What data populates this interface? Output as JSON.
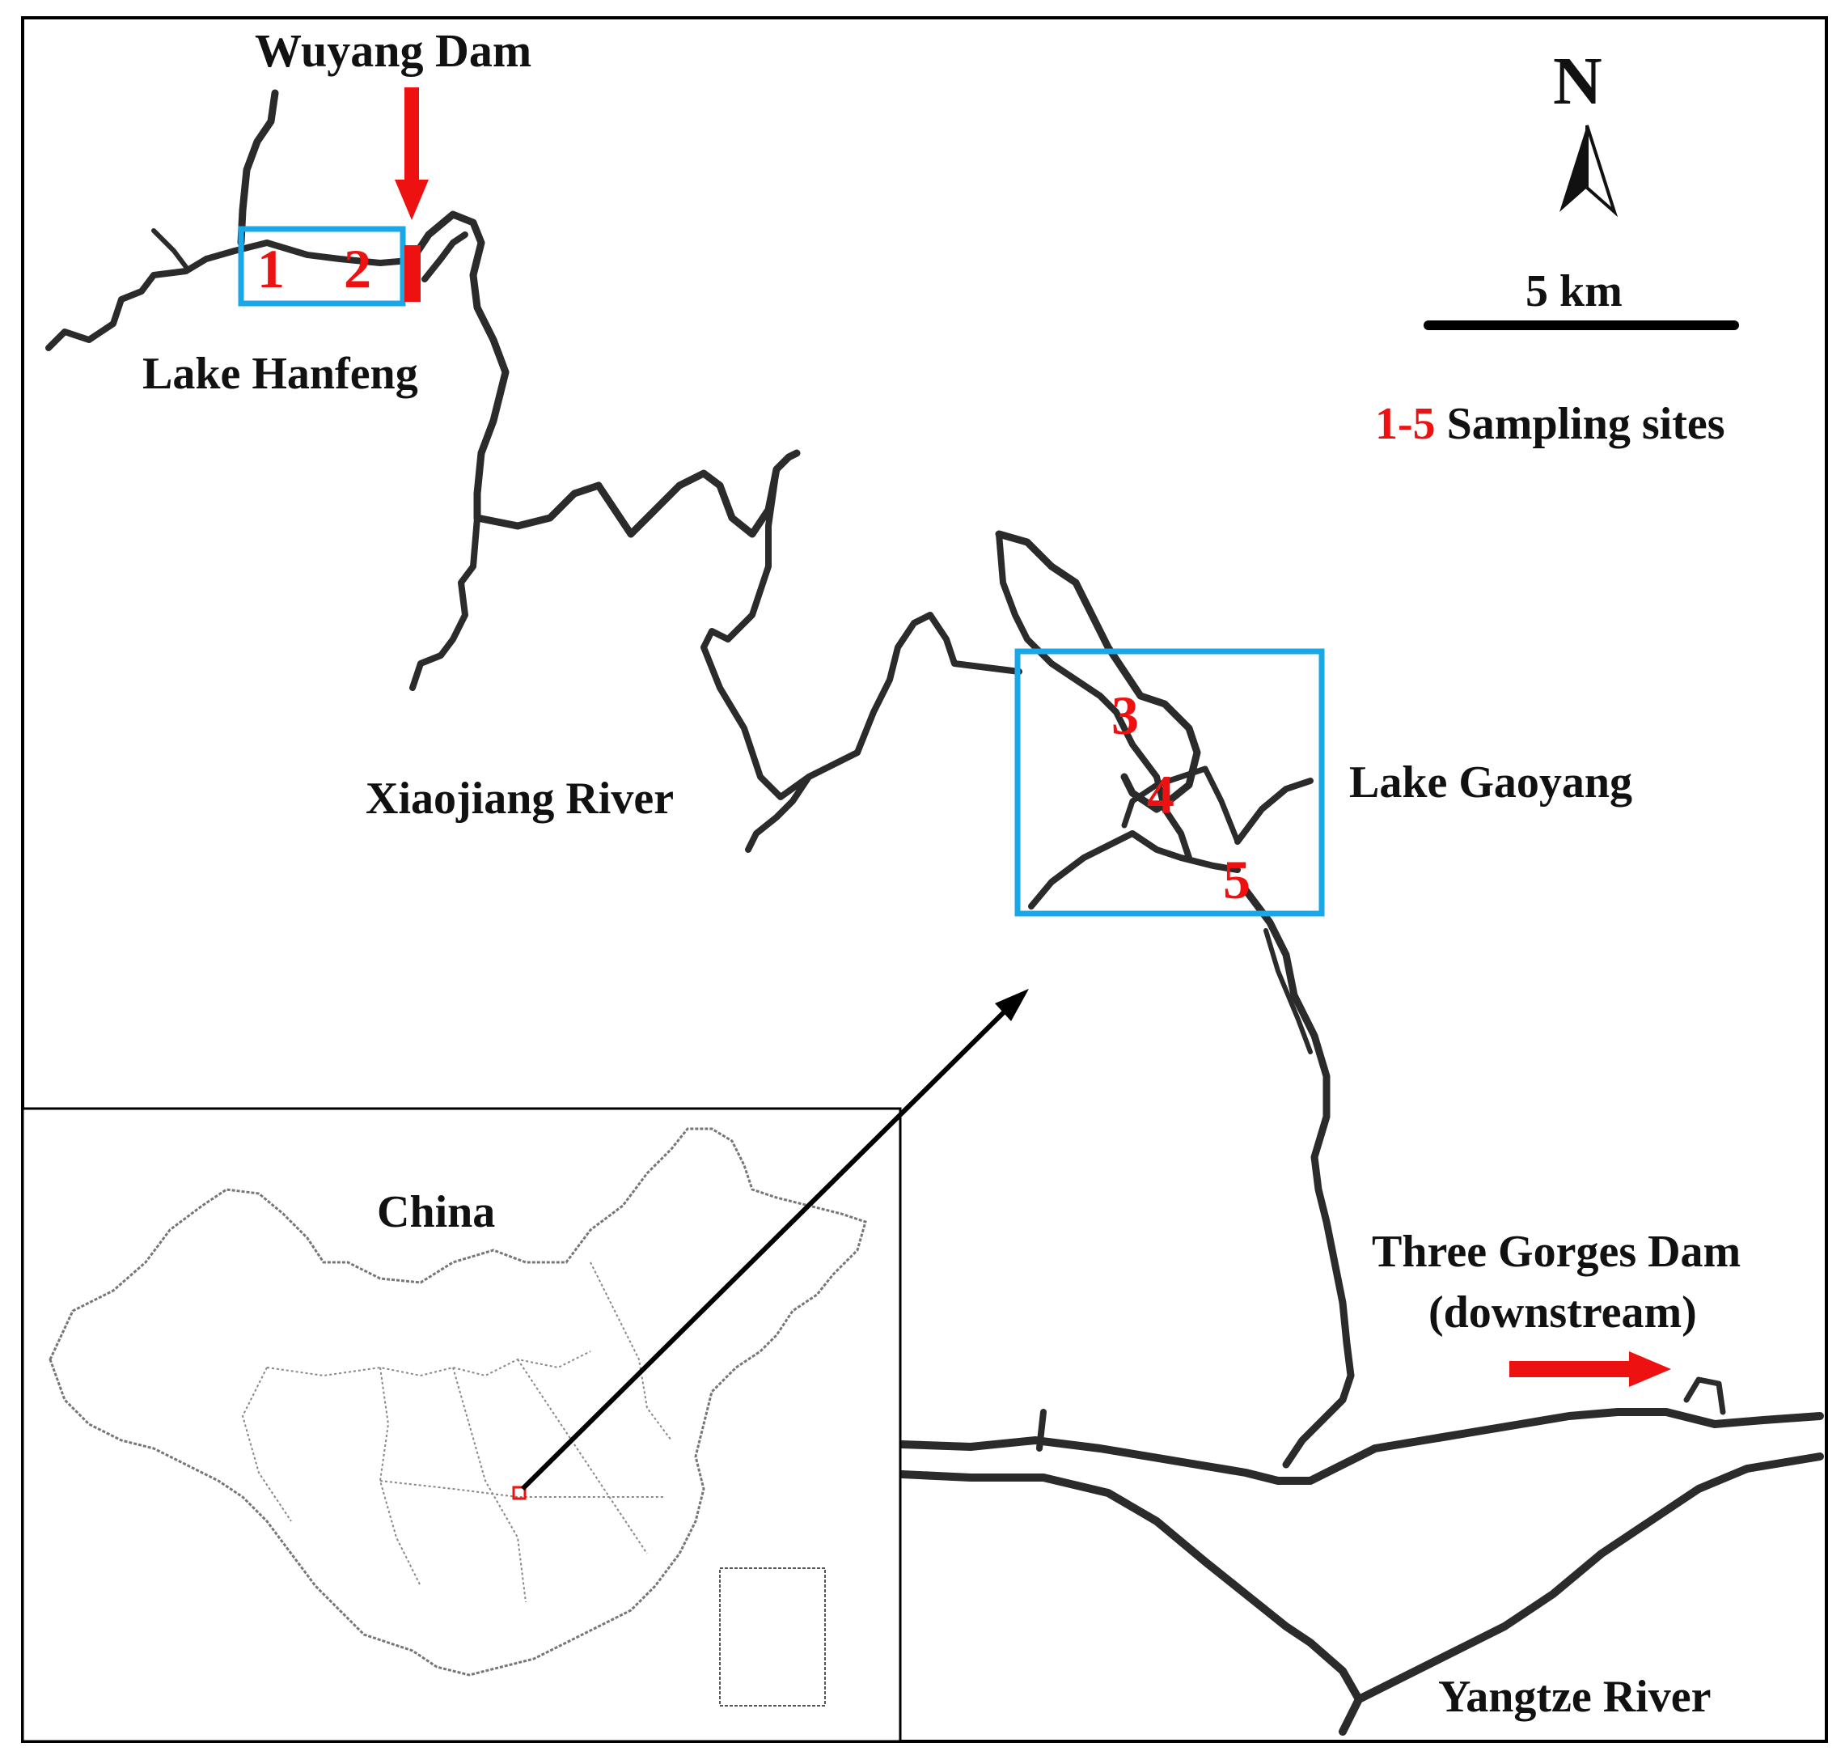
{
  "labels": {
    "wuyang_dam": "Wuyang Dam",
    "lake_hanfeng": "Lake Hanfeng",
    "xiaojiang_river": "Xiaojiang River",
    "lake_gaoyang": "Lake Gaoyang",
    "three_gorges_line1": "Three Gorges Dam",
    "three_gorges_line2": "(downstream)",
    "yangtze_river": "Yangtze River",
    "china": "China"
  },
  "north_arrow": {
    "label": "N"
  },
  "scale_bar": {
    "label": "5 km"
  },
  "legend": {
    "range": "1-5",
    "text": " Sampling sites"
  },
  "sites": [
    "1",
    "2",
    "3",
    "4",
    "5"
  ],
  "colors": {
    "site_markers": "#ee1111",
    "study_boxes": "#1aa7e8",
    "river": "#2b2b2b",
    "arrows_red": "#ee1111"
  },
  "icons": [
    "north-arrow-icon",
    "red-arrow-icon",
    "locator-arrow-icon"
  ]
}
